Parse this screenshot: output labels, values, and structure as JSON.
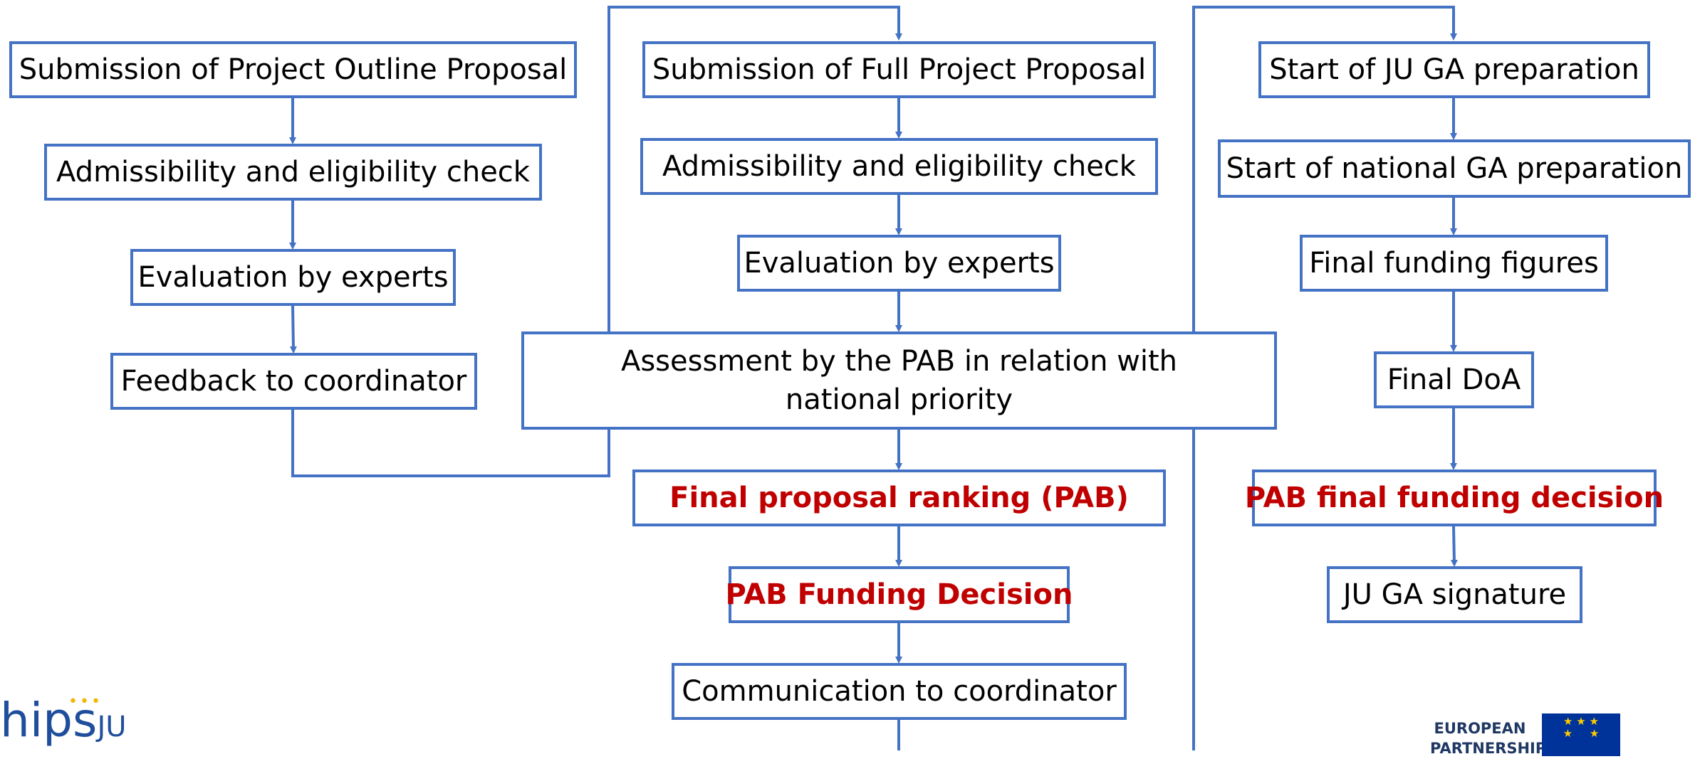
{
  "colors": {
    "accent": "#4472C4",
    "highlight": "#C00000",
    "text": "#000000"
  },
  "phase1": {
    "submission": "Submission of Project Outline Proposal",
    "admissibility": "Admissibility and eligibility check",
    "evaluation": "Evaluation by experts",
    "feedback": "Feedback to coordinator"
  },
  "phase2": {
    "submission": "Submission of Full Project Proposal",
    "admissibility": "Admissibility and eligibility check",
    "evaluation": "Evaluation by experts",
    "assessment": "Assessment by the PAB in relation with national priority",
    "ranking": "Final proposal ranking (PAB)",
    "funding_decision": "PAB Funding Decision",
    "communication": "Communication to coordinator"
  },
  "phase3": {
    "ju_ga_prep": "Start of JU GA preparation",
    "national_ga_prep": "Start of national GA preparation",
    "final_figures": "Final funding figures",
    "final_doa": "Final DoA",
    "final_decision": "PAB final funding decision",
    "signature": "JU GA signature"
  },
  "logos": {
    "left_text": "hips",
    "left_sub": "JU",
    "eu_text_line1": "EUROPEAN",
    "eu_text_line2": "PARTNERSHIP",
    "flag_icon": "eu-flag-icon"
  }
}
